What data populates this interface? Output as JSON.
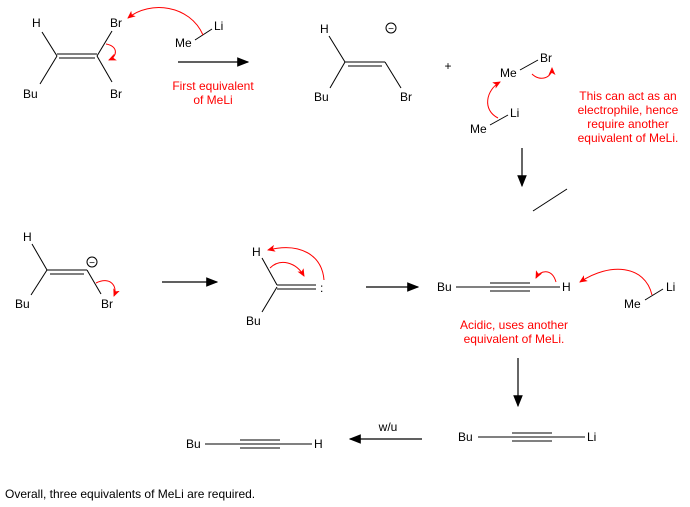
{
  "colors": {
    "annotation": "#ff0000",
    "structure": "#000000"
  },
  "mol1": {
    "h": "H",
    "br_top": "Br",
    "br_bottom": "Br",
    "bu": "Bu"
  },
  "meli1": {
    "me": "Me",
    "li": "Li"
  },
  "step1_label": [
    "First equivalent",
    "of MeLi"
  ],
  "mol2": {
    "h": "H",
    "charge": "−",
    "br": "Br",
    "bu": "Bu"
  },
  "plus": "+",
  "mebr": {
    "me": "Me",
    "br": "Br"
  },
  "meli2": {
    "me": "Me",
    "li": "Li"
  },
  "electrophile_note": [
    "This can act as an",
    "electrophile, hence",
    "require another",
    "equivalent of MeLi."
  ],
  "mol3": {
    "h": "H",
    "charge": "−",
    "br": "Br",
    "bu": "Bu"
  },
  "mol4": {
    "h": "H",
    "lone_pair": ":",
    "bu": "Bu"
  },
  "alkyne1": {
    "bu": "Bu",
    "h": "H"
  },
  "meli3": {
    "me": "Me",
    "li": "Li"
  },
  "acidic_note": [
    "Acidic, uses another",
    "equivalent of MeLi."
  ],
  "alkyne_li": {
    "bu": "Bu",
    "li": "Li"
  },
  "workup_label": "w/u",
  "product": {
    "bu": "Bu",
    "h": "H"
  },
  "footer": "Overall, three equivalents of MeLi are required."
}
